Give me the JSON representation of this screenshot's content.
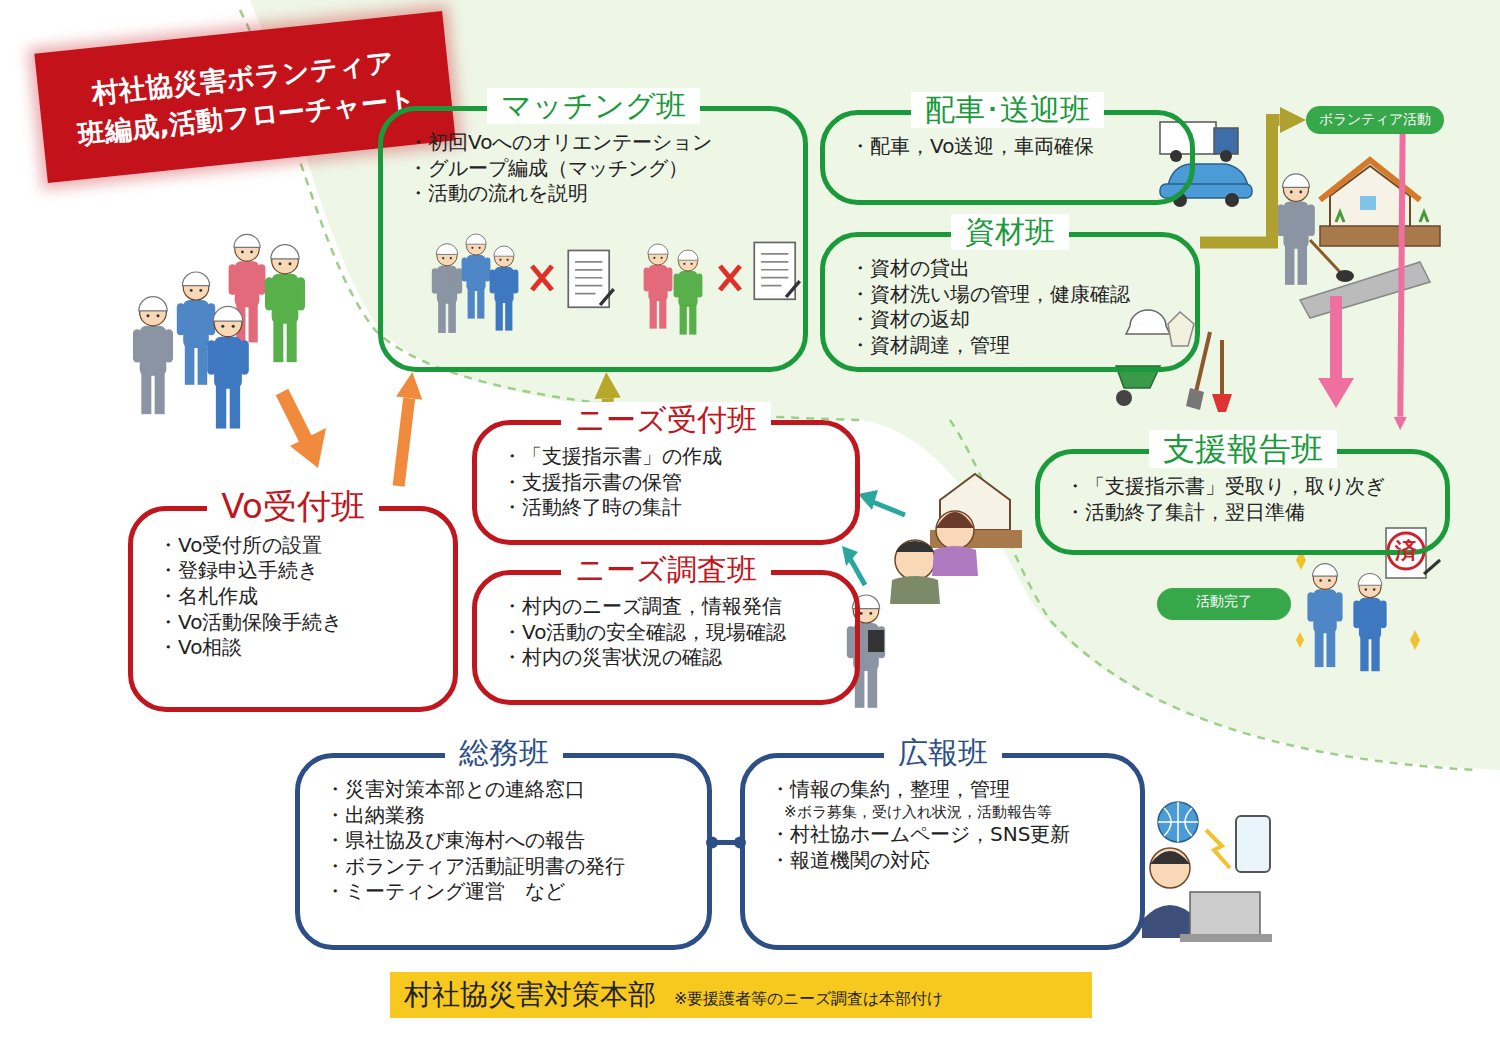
{
  "diagram": {
    "title": "村社協災害ボランティア 班編成,活動フローチャート",
    "nodes": [
      {
        "text": [
          "マッチング班",
          "・初回Voへのオリエンテーション ・グループ編成（マッチング） ・活動の流れを説明"
        ]
      },
      {
        "text": [
          "配車･送迎班",
          "・配車，Vo送迎，車両確保"
        ]
      },
      {
        "text": [
          "資材班",
          "・資材の貸出 ・資材洗い場の管理，健康確認 ・資材の返却 ・資材調達，管理"
        ]
      },
      {
        "text": [
          "ニーズ受付班",
          "・「支援指示書」の作成 ・支援指示書の保管 ・活動終了時の集計"
        ]
      },
      {
        "text": [
          "ニーズ調査班",
          "・村内のニーズ調査，情報発信 ・Vo活動の安全確認，現場確認 ・村内の災害状況の確認"
        ]
      },
      {
        "text": [
          "Vo受付班",
          "・Vo受付所の設置 ・登録申込手続き ・名札作成 ・Vo活動保険手続き ・Vo相談"
        ]
      },
      {
        "text": [
          "支援報告班",
          "・「支援指示書」受取り，取り次ぎ ・活動終了集計，翌日準備"
        ]
      },
      {
        "text": [
          "総務班",
          "・災害対策本部との連絡窓口 ・出納業務 ・県社協及び東海村への報告 ・ボランティア活動証明書の発行 ・ミーティング運営　など"
        ]
      },
      {
        "text": [
          "広報班",
          "・情報の集約，整理，管理",
          "※ボラ募集，受け入れ状況，活動報告等",
          "・村社協ホームページ，SNS更新 ・報道機関の対応"
        ]
      },
      {
        "text": [
          "村社協災害対策本部",
          "※要援護者等のニーズ調査は本部付け"
        ]
      },
      {
        "text": [
          "ボランティア活動"
        ]
      },
      {
        "text": [
          "活動完了"
        ]
      }
    ],
    "edges": [
      {
        "from": 5,
        "to": 0,
        "arrow": "to"
      },
      {
        "from": 3,
        "to": 0,
        "arrow": "to"
      },
      {
        "from": 2,
        "to": 10,
        "arrow": "to"
      },
      {
        "from": 10,
        "to": 6,
        "arrow": "to"
      },
      {
        "from": 7,
        "to": 8,
        "arrow": "none"
      }
    ],
    "labels": [
      "済"
    ]
  }
}
